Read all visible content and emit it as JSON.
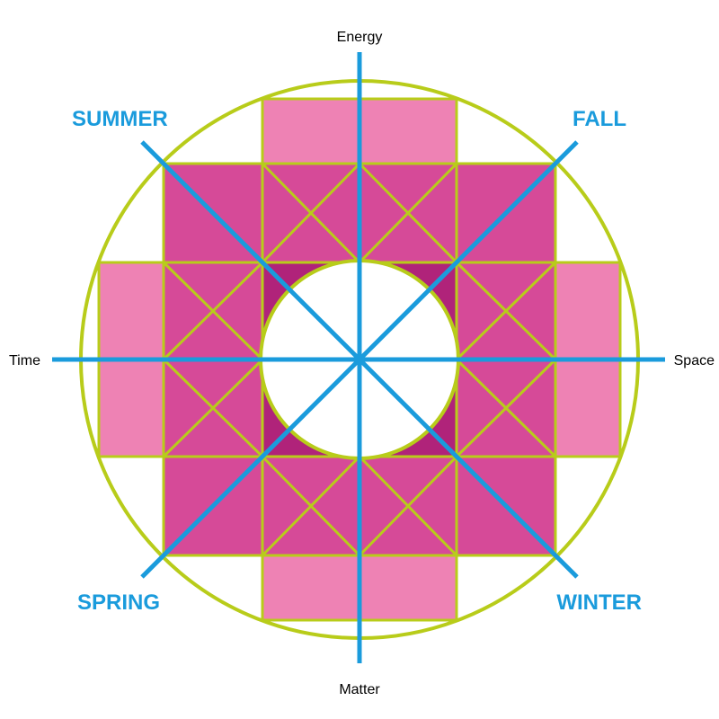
{
  "colors": {
    "outline": "#b8cc1a",
    "axis": "#1a9bdc",
    "light_pink": "#ee82b4",
    "medium_pink": "#d64a98",
    "dark_pink": "#b0237a",
    "season_text": "#1a9bdc",
    "axis_text": "#000000",
    "background": "#ffffff"
  },
  "axes": {
    "top": "Energy",
    "bottom": "Matter",
    "left": "Time",
    "right": "Space"
  },
  "seasons": {
    "top_left": "SUMMER",
    "top_right": "FALL",
    "bottom_left": "SPRING",
    "bottom_right": "WINTER"
  }
}
